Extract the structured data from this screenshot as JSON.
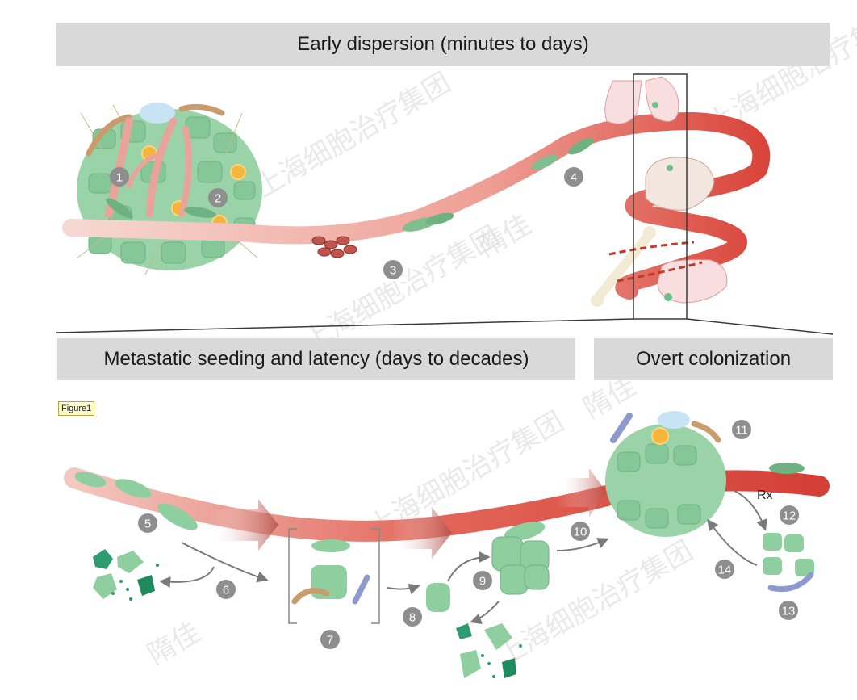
{
  "headers": {
    "early": "Early dispersion (minutes to days)",
    "seeding": "Metastatic seeding and latency (days to decades)",
    "overt": "Overt colonization"
  },
  "figure_tag": "Figure1",
  "treatment_label": "Rx",
  "steps": [
    "1",
    "2",
    "3",
    "4",
    "5",
    "6",
    "7",
    "8",
    "9",
    "10",
    "11",
    "12",
    "13",
    "14"
  ],
  "watermarks": [
    "上海细胞治疗集团",
    "隋佳"
  ],
  "colors": {
    "banner": "#d9d9d9",
    "vessel": "#e8776f",
    "vessel_dark": "#c0392b",
    "tumor_cell": "#8fcf9f",
    "step_badge": "#8e8e8e",
    "arrow": "#777777"
  }
}
